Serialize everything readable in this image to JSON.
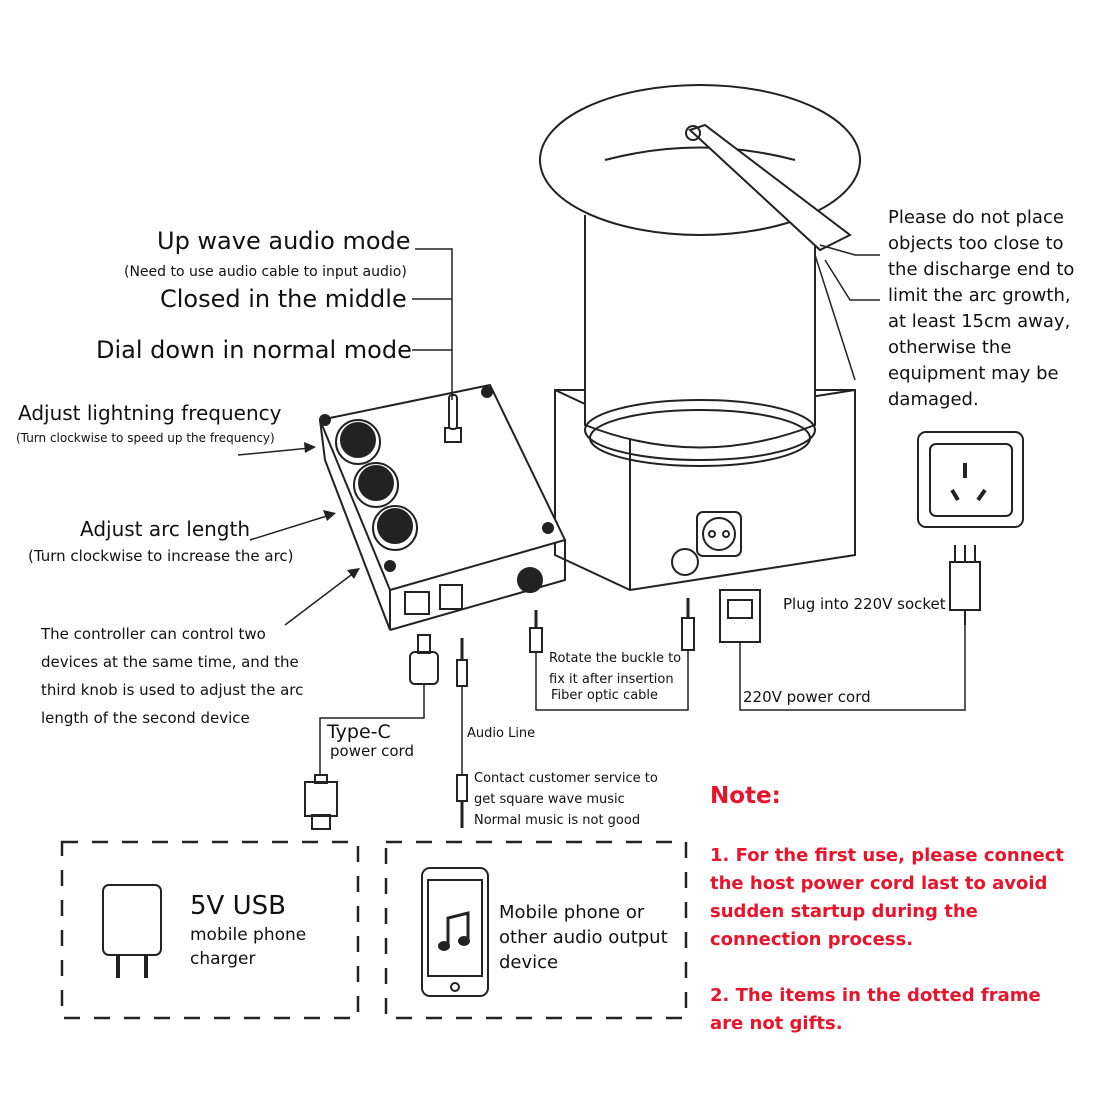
{
  "labels": {
    "up_wave": "Up wave audio mode",
    "up_wave_note": "(Need to use audio cable to input audio)",
    "closed_middle": "Closed in the middle",
    "dial_down": "Dial down in normal mode",
    "adjust_freq": "Adjust lightning frequency",
    "adjust_freq_note": "(Turn clockwise to speed up the frequency)",
    "adjust_arc": "Adjust arc length",
    "adjust_arc_note": "(Turn clockwise to increase the arc)",
    "controller_note": "The controller can control two devices at the same time, and the third knob is used to adjust the arc length of the second device",
    "discharge_warning": "Please do not place objects too close to the discharge end to limit the arc growth, at least 15cm away, otherwise the equipment may be damaged.",
    "plug_socket": "Plug into 220V socket",
    "power_cord_220": "220V power cord",
    "fiber_rotate": "Rotate the buckle to fix it after insertion",
    "fiber_cable": "Fiber optic cable",
    "typec_title": "Type-C",
    "typec_sub": "power cord",
    "audio_line": "Audio Line",
    "contact_service": "Contact customer service to get square wave music Normal music is not good",
    "usb_title": "5V USB",
    "usb_sub": "mobile phone charger",
    "phone_text": "Mobile phone or other audio output device"
  },
  "note": {
    "title": "Note:",
    "item1": "1. For the first use, please connect the host power cord last to avoid sudden startup during the connection process.",
    "item2": "2. The items in the dotted frame are not gifts."
  },
  "colors": {
    "note_red": "#e8142b",
    "line": "#222222"
  },
  "icons": [
    "toggle-switch-icon",
    "knob-icon",
    "usb-c-plug-icon",
    "audio-jack-icon",
    "usb-plug-icon",
    "charger-icon",
    "phone-music-icon",
    "wall-socket-icon",
    "power-plug-icon"
  ]
}
